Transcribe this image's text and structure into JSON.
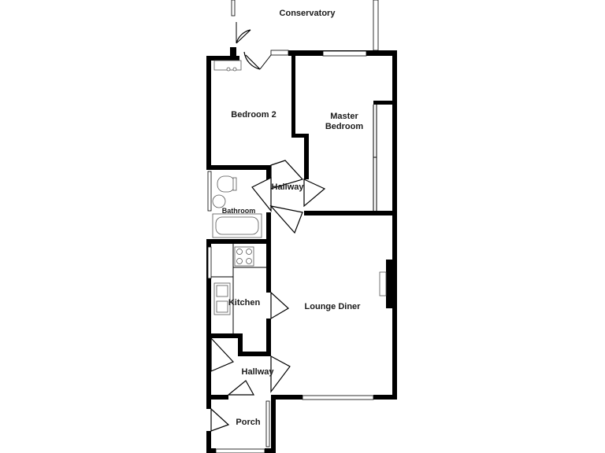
{
  "rooms": {
    "conservatory": "Conservatory",
    "bedroom2": "Bedroom 2",
    "master_line1": "Master",
    "master_line2": "Bedroom",
    "hallway_upper": "Hallway",
    "bathroom": "Bathroom",
    "kitchen": "Kitchen",
    "lounge": "Lounge Diner",
    "hallway_lower": "Hallway",
    "porch": "Porch"
  }
}
